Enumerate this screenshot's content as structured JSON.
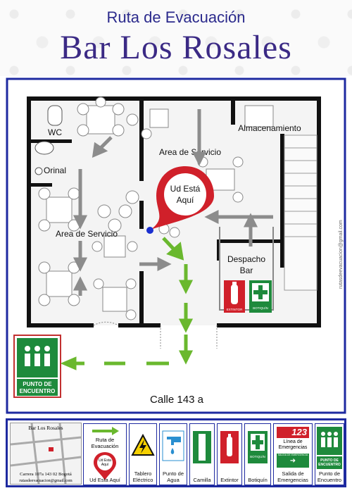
{
  "header": {
    "subtitle": "Ruta de Evacuación",
    "title": "Bar Los Rosales"
  },
  "plan": {
    "rooms": {
      "wc": "WC",
      "orinal": "Orinal",
      "service_left": "Area de Servicio",
      "service_top": "Area de Servicio",
      "storage": "Almacenamiento",
      "bar_line1": "Despacho",
      "bar_line2": "Bar"
    },
    "you_are_here": {
      "line1": "Ud Está",
      "line2": "Aquí"
    },
    "street": "Calle 143 a",
    "meeting_point": {
      "line1": "PUNTO DE",
      "line2": "ENCUENTRO"
    },
    "extinguisher_label": "EXTINTOR",
    "firstaid_label": "BOTIQUÍN",
    "side_email": "rutasdeevacuacion@gmail.com"
  },
  "legend": {
    "map": {
      "title": "Bar Los Rosales",
      "address": "Carrera 107a 143 02 Bogotá",
      "email": "rutasdeevacuacion@gmail.com"
    },
    "items": [
      {
        "key": "route",
        "label": "Ruta de Evacuación"
      },
      {
        "key": "here",
        "label": "Ud Esta Aquí",
        "pin_line1": "Ud Esta",
        "pin_line2": "Aquí"
      },
      {
        "key": "panel",
        "label": "Tablero Eléctrico"
      },
      {
        "key": "water",
        "label": "Punto de Agua"
      },
      {
        "key": "stretcher",
        "label": "Camilla"
      },
      {
        "key": "extinguisher",
        "label": "Extintor"
      },
      {
        "key": "firstaid",
        "label": "Botiquín",
        "sub": "BOTIQUÍN"
      },
      {
        "key": "emergency",
        "label": "Línea de Emergencias",
        "number": "123"
      },
      {
        "key": "exit",
        "label": "Salida de Emergencias",
        "sub": "SALIDA DE EMERGENCIA"
      },
      {
        "key": "meeting",
        "label": "Punto de Encuentro",
        "sub1": "PUNTO DE",
        "sub2": "ENCUENTRO"
      }
    ]
  },
  "colors": {
    "frame": "#1e2aa0",
    "wall": "#111111",
    "route": "#6ab82e",
    "pin": "#d0202a",
    "safe": "#1e8a3c",
    "title": "#3b2a85"
  }
}
